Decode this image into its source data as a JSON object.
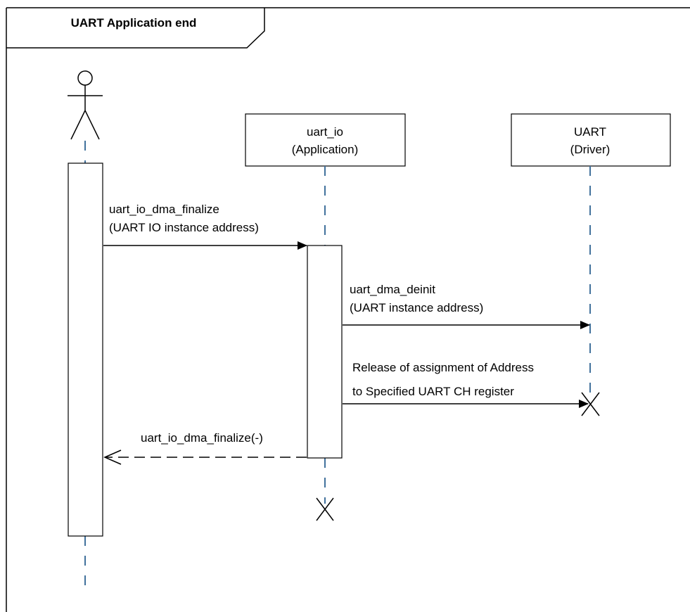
{
  "frame": {
    "title": "UART Application end"
  },
  "participants": {
    "actor": {
      "icon": "actor-stick-figure-icon"
    },
    "uart_io": {
      "line1": "uart_io",
      "line2": "(Application)"
    },
    "uart": {
      "line1": "UART",
      "line2": "(Driver)"
    }
  },
  "messages": [
    {
      "id": "m1",
      "line1": "uart_io_dma_finalize",
      "line2": "(UART IO instance address)",
      "kind": "sync"
    },
    {
      "id": "m2",
      "line1": "uart_dma_deinit",
      "line2": "(UART instance address)",
      "kind": "sync"
    },
    {
      "id": "m3",
      "line1": "Release of assignment of Address",
      "line2": "to Specified UART CH register",
      "kind": "destroy"
    },
    {
      "id": "m4",
      "line1": "uart_io_dma_finalize(-)",
      "kind": "return"
    }
  ],
  "colors": {
    "lifeline": "#41719c",
    "line": "#000000",
    "background": "#ffffff"
  }
}
